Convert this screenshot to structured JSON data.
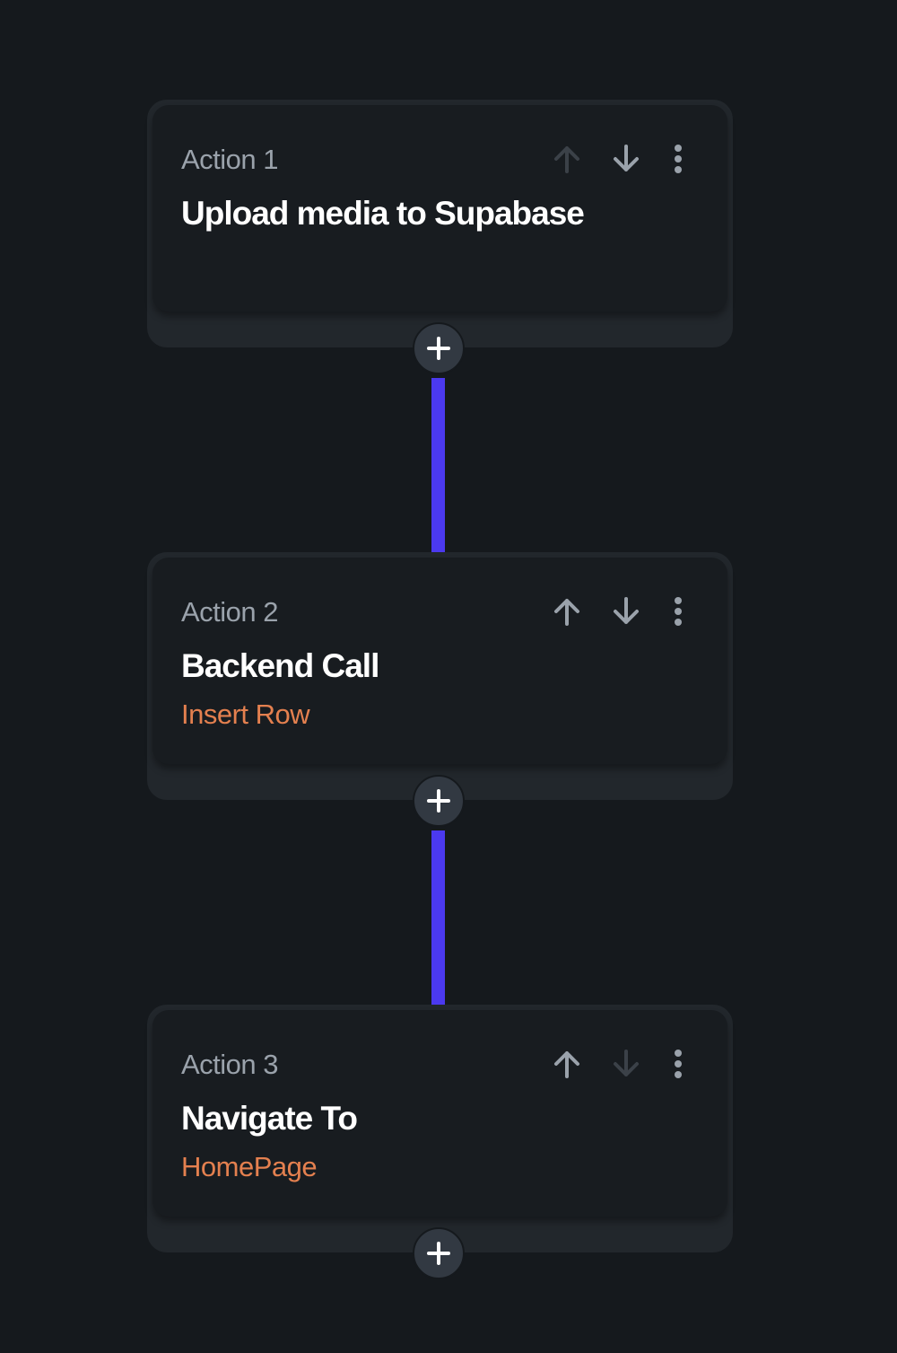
{
  "actions": [
    {
      "number_label": "Action 1",
      "title": "Upload media to Supabase",
      "subtitle": "",
      "move_up_enabled": false,
      "move_down_enabled": true
    },
    {
      "number_label": "Action 2",
      "title": "Backend Call",
      "subtitle": "Insert Row",
      "move_up_enabled": true,
      "move_down_enabled": true
    },
    {
      "number_label": "Action 3",
      "title": "Navigate To",
      "subtitle": "HomePage",
      "move_up_enabled": true,
      "move_down_enabled": false
    }
  ],
  "icons": {
    "move_up": "arrow-up-icon",
    "move_down": "arrow-down-icon",
    "menu": "more-vertical-icon",
    "add": "plus-icon"
  },
  "colors": {
    "background": "#15191d",
    "card": "#181c20",
    "card_outer": "#22272c",
    "connector": "#4b39ef",
    "subtitle": "#e4804f",
    "icon_enabled": "#9aa2ab",
    "icon_disabled": "#3b4148",
    "add_button": "#323942"
  }
}
